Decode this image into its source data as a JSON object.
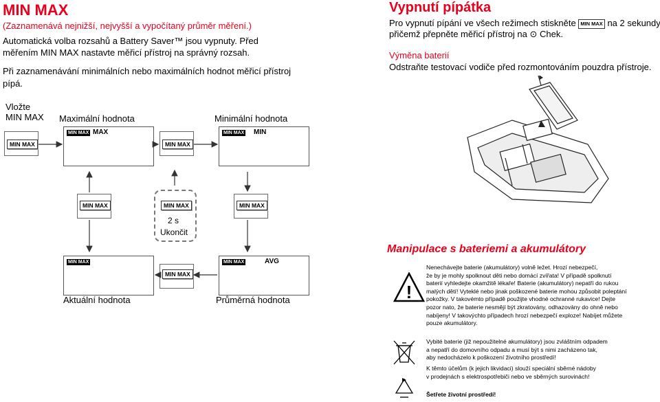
{
  "left": {
    "title": "MIN MAX",
    "subtitle": "(Zaznamenává nejnižší, nejvyšší a vypočítaný průměr měření.)",
    "para1_line1": "Automatická volba rozsahů a Battery Saver™ jsou vypnuty. Před",
    "para1_line2": "měřením MIN MAX nastavte měřicí přístroj na správný rozsah.",
    "para2_line1": "Při zaznamenávání minimálních nebo maximálních hodnot měřicí přístroj",
    "para2_line2": "pípá."
  },
  "diagram": {
    "insert_line1": "Vložte",
    "insert_line2": "MIN MAX",
    "max_label": "Maximální hodnota",
    "min_label": "Minimální hodnota",
    "current_label": "Aktuální hodnota",
    "avg_label": "Průměrná hodnota",
    "button_label": "MIN MAX",
    "badge_label": "MIN MAX",
    "val_max": "MAX",
    "val_min": "MIN",
    "val_avg": "AVG",
    "hold_time": "2  s",
    "end_label": "Ukončit"
  },
  "right": {
    "beep_title": "Vypnutí pípátka",
    "beep_text_part1": "Pro vypnutí pípání ve všech režimech stiskněte",
    "beep_button": "MIN MAX",
    "beep_text_part2": "na 2 sekundy,",
    "beep_text_line2_part1": "přičemž přepněte měřicí přístroj na",
    "beep_text_line2_part2": "Chek.",
    "battery_title": "Výměna baterií",
    "battery_text": "Odstraňte testovací vodiče před rozmontováním pouzdra přístroje."
  },
  "battery_section": {
    "title": "Manipulace s bateriemi a akumulátory",
    "warn_lines": [
      "Nenechávejte baterie (akumulátory) volně ležet. Hrozí nebezpečí,",
      "že by je mohly spolknout děti  nebo domácí zvířata! V případě spolknutí",
      "baterií vyhledejte okamžitě lékaře! Baterie (akumulátory) nepatří do rukou",
      "malých dětí! Vyteklé nebo jinak poškozené baterie mohou způsobit poleptání",
      "pokožky. V takovémto případě použijte vhodné ochranné rukavice! Dejte",
      "pozor nato, že baterie nesmějí být zkratovány, odhazovány do ohně nebo",
      "nabíjeny! V takovýchto případech hrozí nebezpečí exploze! Nabíjet můžete",
      "pouze akumulátory."
    ],
    "disposal_lines": [
      "Vybité baterie (již nepoužitelné akumulátory) jsou zvláštním odpadem",
      "a nepatří do domovního odpadu a musí být s nimi zacházeno tak,",
      "aby nedocházelo k poškození životního prostředí!"
    ],
    "collection_lines": [
      "K těmto účelům (k jejich likvidaci) slouží  speciální sběrné nádoby",
      "v prodejnách s elektrospotřebiči nebo ve sběrných surovinách!"
    ],
    "env_note": "Šetřete životní prostředí!",
    "warning_mark": "!"
  },
  "colors": {
    "accent": "#e8001c",
    "text": "#000000"
  }
}
